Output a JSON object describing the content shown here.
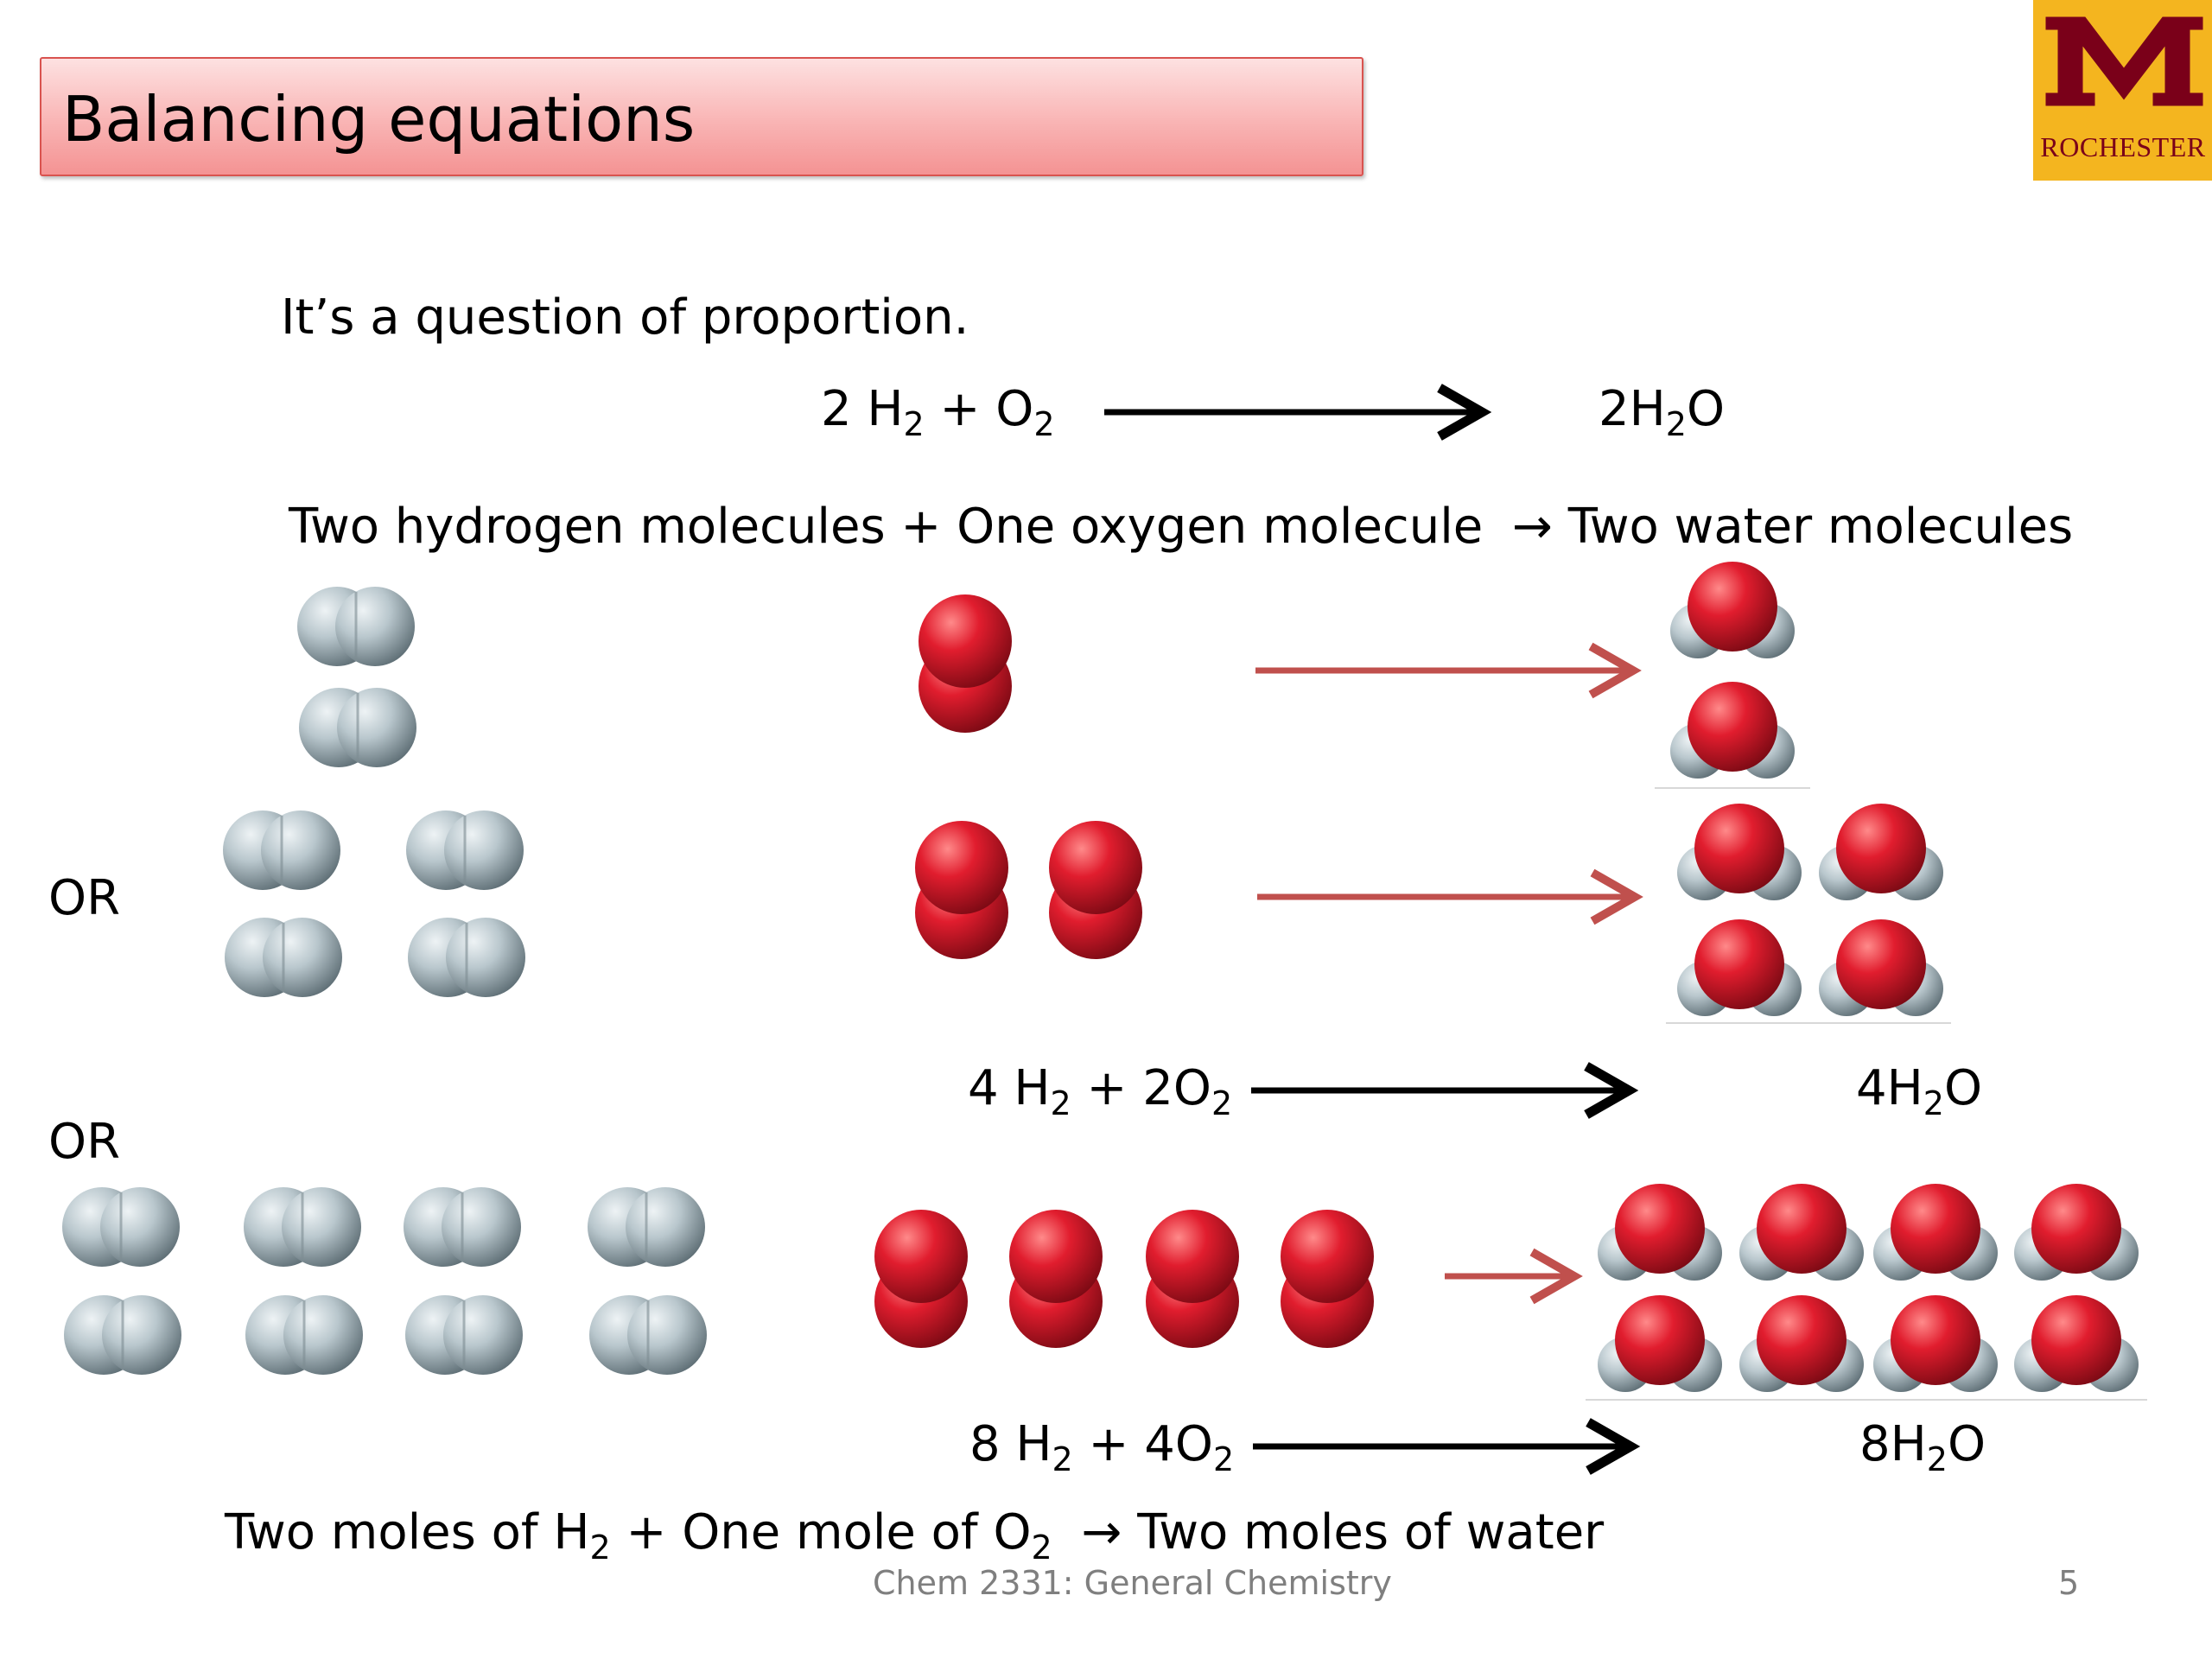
{
  "slide": {
    "title": "Balancing equations",
    "logo_text": "ROCHESTER",
    "intro": "It’s a question of proportion.",
    "eq1": {
      "coef_h2": "2 H",
      "sub_h2": "2",
      "plus_o2": " + O",
      "sub_o2": "2",
      "product": "2H",
      "sub_product": "2",
      "product_tail": "O"
    },
    "words_line": {
      "left": "Two hydrogen molecules + One oxygen molecule",
      "arrow": "→",
      "right": "Two water molecules"
    },
    "or_label_1": "OR",
    "or_label_2": "OR",
    "eq2": {
      "coef_h2": "4 H",
      "sub_h2": "2",
      "plus_o2": " + 2O",
      "sub_o2": "2",
      "product": "4H",
      "sub_product": "2",
      "product_tail": "O"
    },
    "eq3": {
      "coef_h2": "8 H",
      "sub_h2": "2",
      "plus_o2": " + 4O",
      "sub_o2": "2",
      "product": "8H",
      "sub_product": "2",
      "product_tail": "O"
    },
    "moles_line": {
      "a": "Two moles of H",
      "a_sub": "2",
      "b": " + One mole of O",
      "b_sub": "2",
      "arrow": "→",
      "c": "Two moles of water"
    },
    "footer": "Chem 2331: General Chemistry",
    "page_number": "5"
  },
  "colors": {
    "title_border": "#d9534f",
    "logo_bg": "#f4b51f",
    "logo_maroon": "#7a0019",
    "hydrogen": "#b8c6cc",
    "oxygen": "#d91b2e",
    "red_arrow": "#c0504d"
  },
  "icons": {
    "hydrogen": "h2-molecule-icon",
    "oxygen": "o2-molecule-icon",
    "water": "water-molecule-icon",
    "logo": "university-m-logo"
  }
}
